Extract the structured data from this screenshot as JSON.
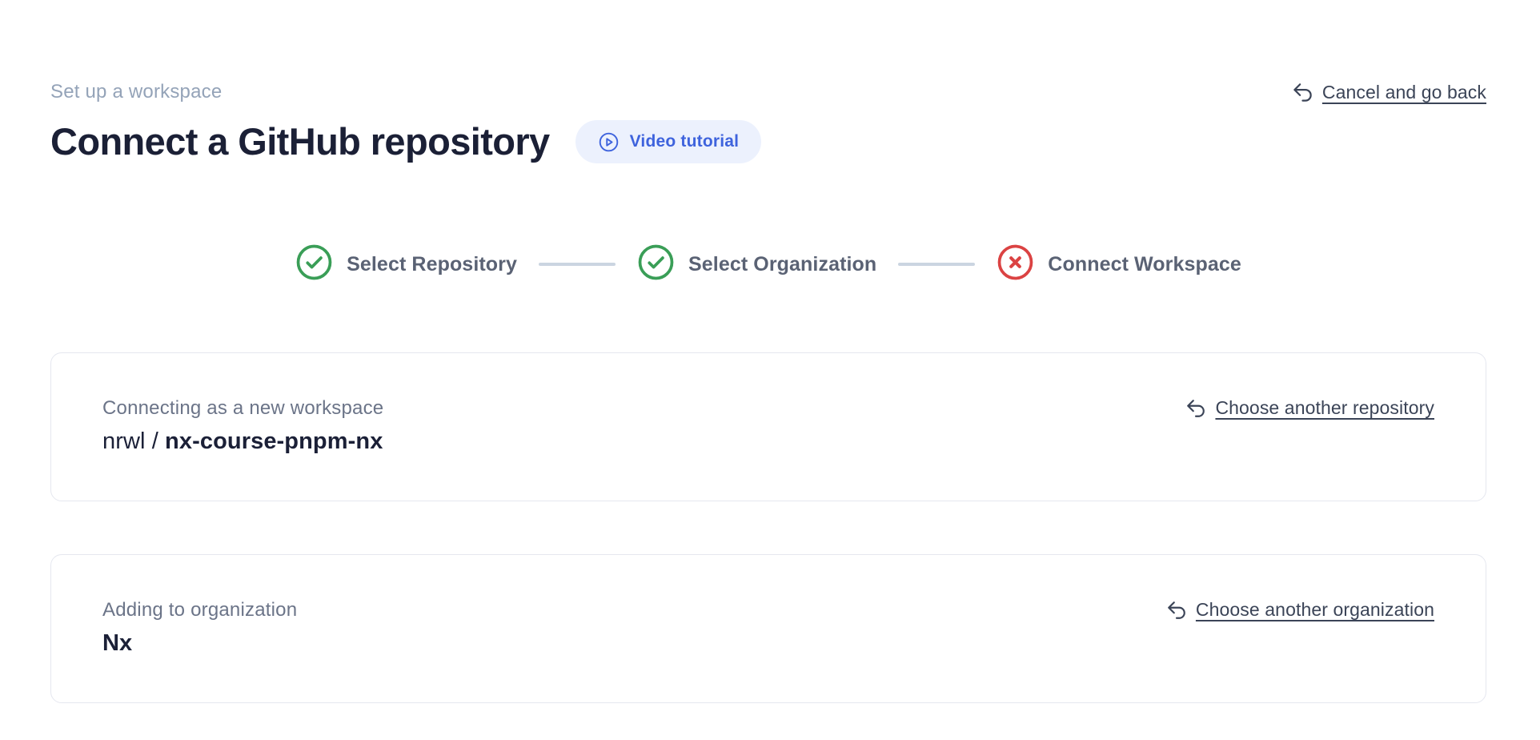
{
  "page": {
    "breadcrumb": "Set up a workspace",
    "title": "Connect a GitHub repository",
    "video_tutorial_label": "Video tutorial",
    "cancel_link_label": "Cancel and go back"
  },
  "stepper": {
    "steps": [
      {
        "label": "Select Repository",
        "status": "complete",
        "icon": "check-circle-icon"
      },
      {
        "label": "Select Organization",
        "status": "complete",
        "icon": "check-circle-icon"
      },
      {
        "label": "Connect Workspace",
        "status": "error",
        "icon": "x-circle-icon"
      }
    ]
  },
  "cards": [
    {
      "label": "Connecting as a new workspace",
      "value_prefix": "nrwl / ",
      "value": "nx-course-pnpm-nx",
      "action_label": "Choose another repository"
    },
    {
      "label": "Adding to organization",
      "value_prefix": "",
      "value": "Nx",
      "action_label": "Choose another organization"
    }
  ],
  "icons": {
    "video_tutorial": "play-circle-icon",
    "back_links": "undo-arrow-icon",
    "step_complete": "check-circle-icon",
    "step_error": "x-circle-icon"
  },
  "colors": {
    "success_green": "#3a9e57",
    "error_red": "#db4343",
    "accent_blue": "#3e63dd",
    "pill_bg": "#ecf1fd",
    "link_color": "#3b4457",
    "title_color": "#1b2036"
  }
}
